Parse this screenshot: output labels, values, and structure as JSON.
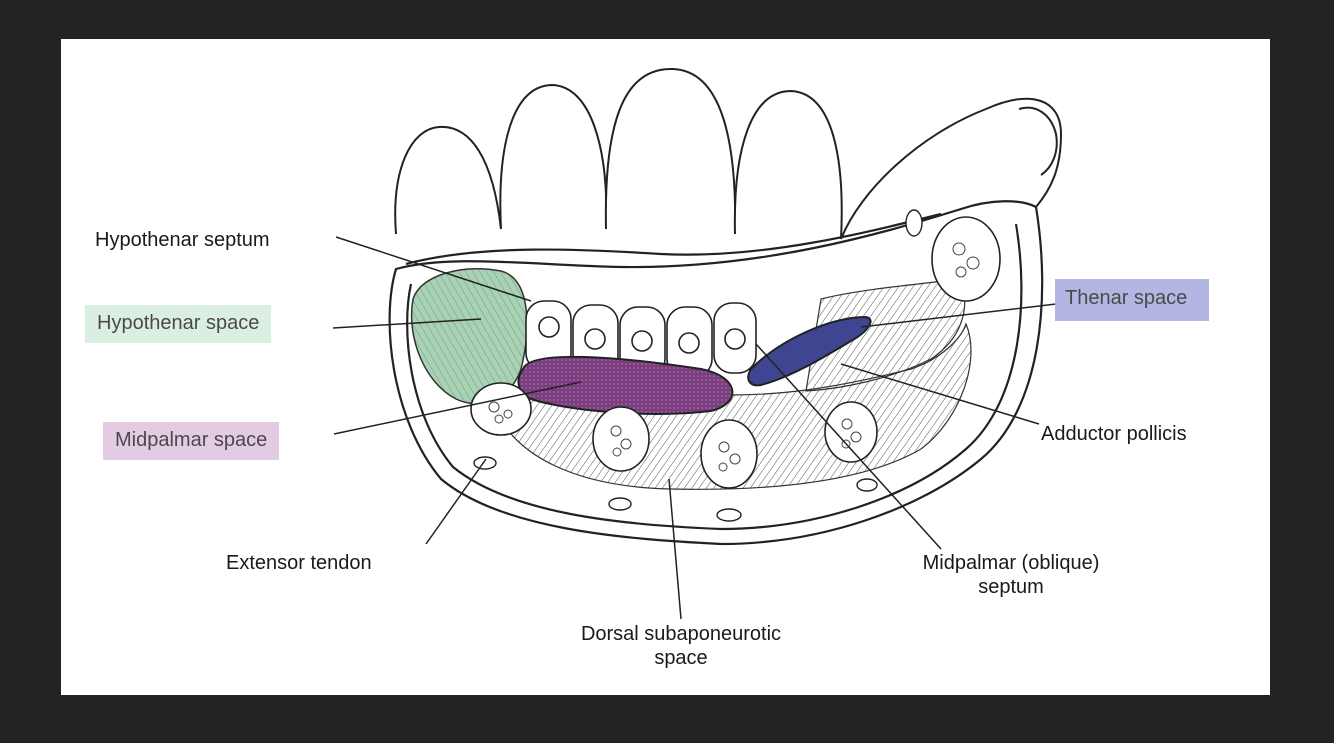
{
  "colors": {
    "window_background": "#232323",
    "canvas_background": "#ffffff",
    "hypothenar_space_fill": "#dbeee2",
    "midpalmar_space_fill": "#e2cbe3",
    "thenar_space_fill": "#b3b5e2",
    "midpalmar_space_color": "#7a3d7e",
    "thenar_space_color": "#3f4590",
    "hypothenar_muscle_color": "#a9d1b5"
  },
  "labels": {
    "hypothenar_septum": "Hypothenar septum",
    "hypothenar_space": "Hypothenar space",
    "midpalmar_space": "Midpalmar space",
    "extensor_tendon": "Extensor tendon",
    "dorsal_subaponeurotic_space_line1": "Dorsal subaponeurotic",
    "dorsal_subaponeurotic_space_line2": "space",
    "midpalmar_septum_line1": "Midpalmar (oblique)",
    "midpalmar_septum_line2": "septum",
    "adductor_pollicis": "Adductor pollicis",
    "thenar_space": "Thenar space"
  }
}
